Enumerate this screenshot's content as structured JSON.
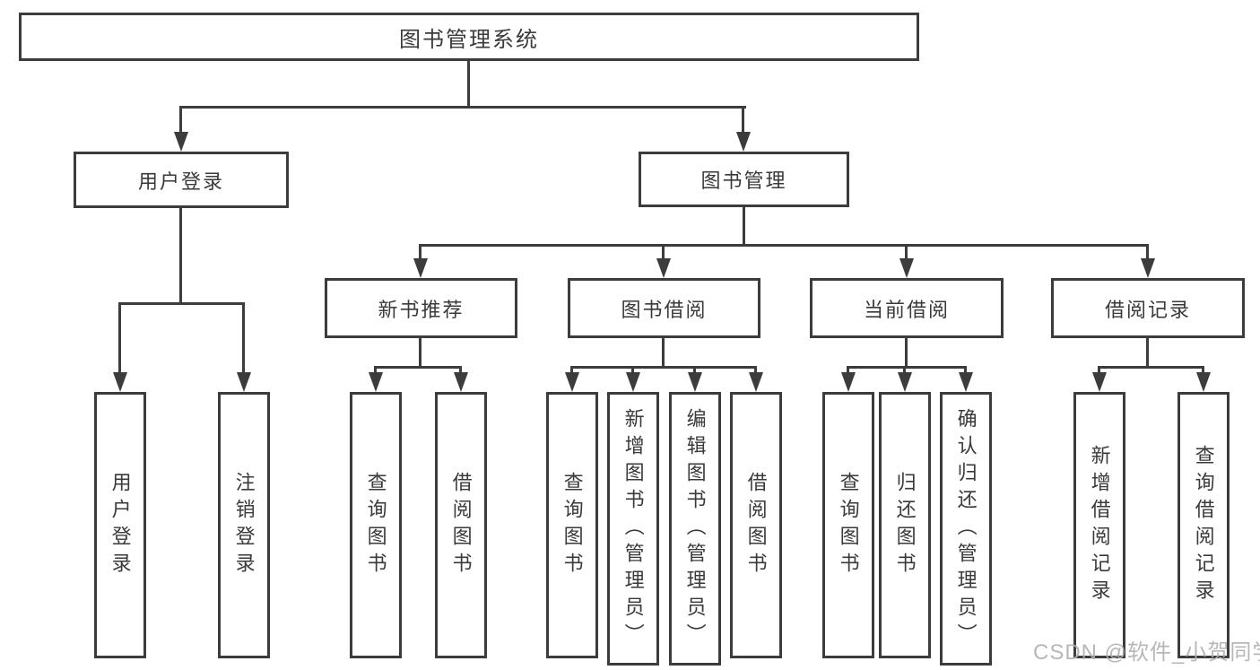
{
  "title": "图书管理系统",
  "watermark": "CSDN @软件_小贺同学",
  "colors": {
    "line": "#3c3c3c",
    "text": "#3a3a3a",
    "background": "#ffffff",
    "watermark": "#b0b0b0"
  },
  "tree": {
    "root": {
      "label": "图书管理系统"
    },
    "branches": [
      {
        "label": "用户登录",
        "children": [
          {
            "label": "用户登录"
          },
          {
            "label": "注销登录"
          }
        ]
      },
      {
        "label": "图书管理",
        "sections": [
          {
            "label": "新书推荐",
            "children": [
              {
                "label": "查询图书"
              },
              {
                "label": "借阅图书"
              }
            ]
          },
          {
            "label": "图书借阅",
            "children": [
              {
                "label": "查询图书"
              },
              {
                "label": "新增图书（管理员）"
              },
              {
                "label": "编辑图书（管理员）"
              },
              {
                "label": "借阅图书"
              }
            ]
          },
          {
            "label": "当前借阅",
            "children": [
              {
                "label": "查询图书"
              },
              {
                "label": "归还图书"
              },
              {
                "label": "确认归还（管理员）"
              }
            ]
          },
          {
            "label": "借阅记录",
            "children": [
              {
                "label": "新增借阅记录"
              },
              {
                "label": "查询借阅记录"
              }
            ]
          }
        ]
      }
    ]
  }
}
